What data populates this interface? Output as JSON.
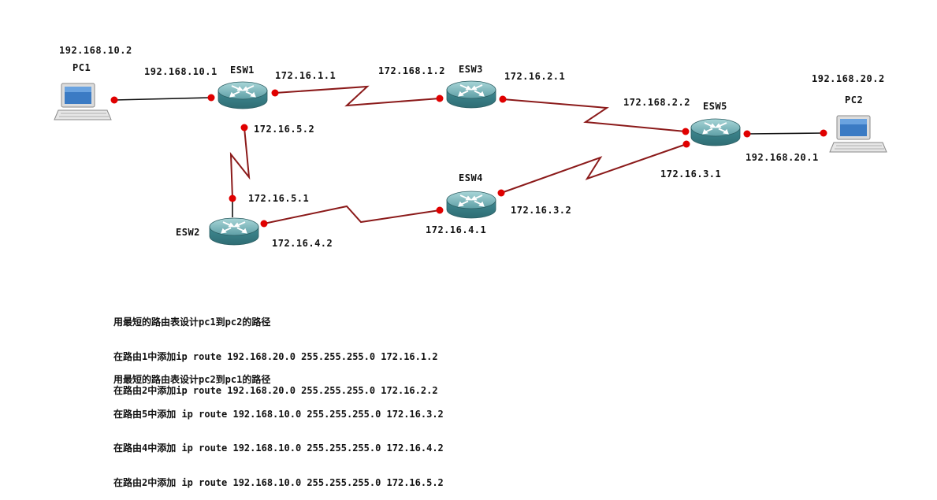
{
  "devices": {
    "pc1": {
      "name": "PC1",
      "ip": "192.168.10.2"
    },
    "pc2": {
      "name": "PC2",
      "ip": "192.168.20.2"
    },
    "esw1": {
      "name": "ESW1"
    },
    "esw2": {
      "name": "ESW2"
    },
    "esw3": {
      "name": "ESW3"
    },
    "esw4": {
      "name": "ESW4"
    },
    "esw5": {
      "name": "ESW5"
    }
  },
  "interfaces": {
    "esw1_pc1": "192.168.10.1",
    "esw1_esw3": "172.16.1.1",
    "esw1_esw2": "172.16.5.2",
    "esw3_esw1": "172.168.1.2",
    "esw3_esw5": "172.16.2.1",
    "esw5_esw3": "172.168.2.2",
    "esw5_pc2": "192.168.20.1",
    "esw5_esw4": "172.16.3.1",
    "esw4_esw5": "172.16.3.2",
    "esw4_esw2": "172.16.4.1",
    "esw2_esw4": "172.16.4.2",
    "esw2_esw1": "172.16.5.1"
  },
  "notes": {
    "block1": {
      "title": "用最短的路由表设计pc1到pc2的路径",
      "lines": [
        "在路由1中添加ip route 192.168.20.0 255.255.255.0 172.16.1.2",
        "在路由2中添加ip route 192.168.20.0 255.255.255.0 172.16.2.2"
      ]
    },
    "block2": {
      "title": "用最短的路由表设计pc2到pc1的路径",
      "lines": [
        "在路由5中添加 ip route 192.168.10.0 255.255.255.0 172.16.3.2",
        "在路由4中添加 ip route 192.168.10.0 255.255.255.0 172.16.4.2",
        "在路由2中添加 ip route 192.168.10.0 255.255.255.0 172.16.5.2"
      ]
    }
  },
  "colors": {
    "ethernet_link": "#111111",
    "serial_link": "#8b1a1a",
    "endpoint_dot": "#e00000",
    "router_body": "#4f9aa0"
  }
}
